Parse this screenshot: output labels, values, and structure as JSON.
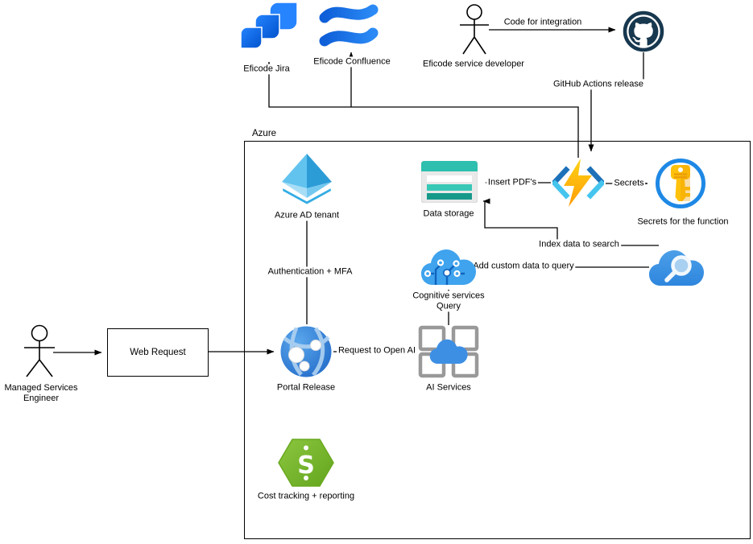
{
  "groups": {
    "azure": {
      "label": "Azure"
    }
  },
  "nodes": {
    "eficode_jira": {
      "label": "Eficode Jira",
      "icon": "jira-icon"
    },
    "eficode_confluence": {
      "label": "Eficode Confluence",
      "icon": "confluence-icon"
    },
    "service_developer": {
      "label": "Eficode service developer",
      "icon": "person-icon"
    },
    "github": {
      "label": "",
      "icon": "github-octocat-icon"
    },
    "azure_functions": {
      "label": "",
      "icon": "azure-functions-icon"
    },
    "data_storage": {
      "label": "Data storage",
      "icon": "storage-table-icon"
    },
    "key_vault": {
      "label": "Secrets for the function",
      "icon": "key-vault-icon"
    },
    "azure_ad_tenant": {
      "label": "Azure AD tenant",
      "icon": "azure-ad-pyramid-icon"
    },
    "cognitive_services": {
      "label": "Cognitive services",
      "icon": "cognitive-cloud-icon"
    },
    "search_service": {
      "label": "",
      "icon": "search-cloud-icon"
    },
    "portal_release": {
      "label": "Portal Release",
      "icon": "globe-network-icon"
    },
    "ai_services": {
      "label": "AI Services",
      "icon": "ai-grid-cloud-icon"
    },
    "cost_tracking": {
      "label": "Cost tracking + reporting",
      "icon": "cost-hexagon-icon"
    },
    "managed_engineer": {
      "label": "Managed Services Engineer",
      "icon": "person-icon"
    },
    "web_request": {
      "label": "Web Request",
      "icon": "rectangle-node"
    }
  },
  "edges": {
    "code_for_integration": {
      "label": "Code for integration"
    },
    "github_actions_release": {
      "label": "GitHub Actions release"
    },
    "insert_pdfs": {
      "label": "Insert PDF's"
    },
    "secrets": {
      "label": "Secrets"
    },
    "index_data_to_search": {
      "label": "Index data to search"
    },
    "add_custom_data": {
      "label": "Add custom data to query"
    },
    "query": {
      "label": "Query"
    },
    "authentication_mfa": {
      "label": "Authentication + MFA"
    },
    "request_to_openai": {
      "label": "Request to Open AI"
    }
  },
  "colors": {
    "jira_blue": "#2684FF",
    "jira_deep": "#0052CC",
    "confluence_dark": "#0E5FD8",
    "confluence_light": "#2B8AF5",
    "github_navy": "#17384F",
    "bolt_yellow": "#FFD213",
    "bolt_orange": "#FF9C07",
    "bracket_dark": "#1D71B8",
    "bracket_cyan": "#45C5EE",
    "storage_teal": "#2EBFAE",
    "storage_teal_dark": "#17998A",
    "keyring_blue": "#1E88E5",
    "key_yellow": "#FFC10A",
    "ad_light": "#62C3EF",
    "ad_dark": "#2C9CD7",
    "ad_base": "#33ACE3",
    "cognitive_blue": "#3FA3EE",
    "circuit_blue": "#1064BE",
    "search_blue": "#2E86DD",
    "portal_blue": "#1E66C6",
    "ai_gray": "#999999",
    "ai_cloud": "#3D8FE4",
    "cost_green": "#76BC21",
    "line_black": "#000000"
  }
}
